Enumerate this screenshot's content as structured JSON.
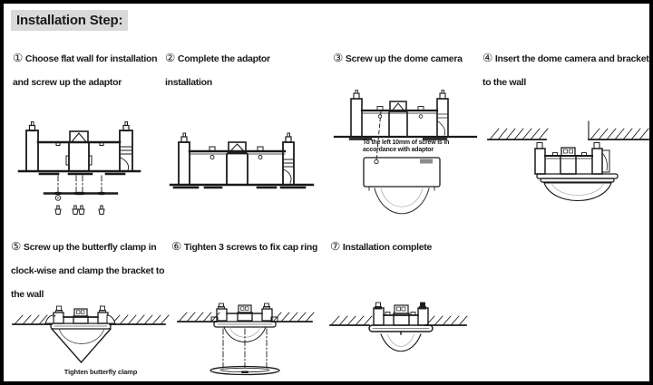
{
  "title": "Installation Step:",
  "steps": [
    {
      "num": "①",
      "text": "Choose flat wall for installation and screw up the adaptor"
    },
    {
      "num": "②",
      "text": "Complete the adaptor installation"
    },
    {
      "num": "③",
      "text": "Screw up the dome camera"
    },
    {
      "num": "④",
      "text": "Insert the dome camera and bracket to the wall"
    },
    {
      "num": "⑤",
      "text": "Screw up the butterfly clamp in clock-wise and clamp the bracket to the wall"
    },
    {
      "num": "⑥",
      "text": "Tighten 3 screws to fix cap ring"
    },
    {
      "num": "⑦",
      "text": "Installation complete"
    }
  ],
  "annotations": {
    "step3_note": "To the left 10mm of screw is in accordance with adaptor",
    "step5_caption": "Tighten butterfly clamp"
  },
  "colors": {
    "ink": "#1a1a1a",
    "title_highlight": "#d9d9d9",
    "page_border": "#000000",
    "background": "#ffffff"
  }
}
